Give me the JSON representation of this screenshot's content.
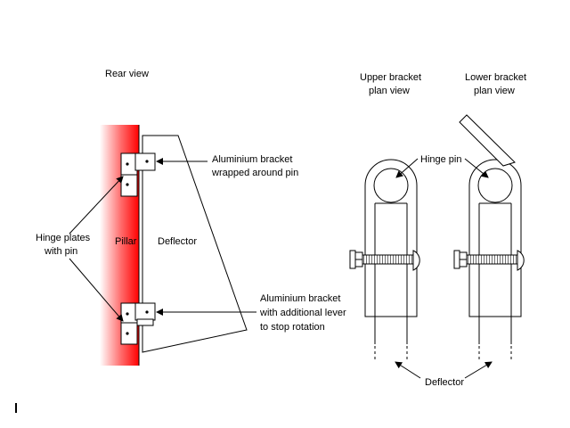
{
  "labels": {
    "rear_view": "Rear view",
    "upper_bracket_1": "Upper bracket",
    "upper_bracket_2": "plan view",
    "lower_bracket_1": "Lower bracket",
    "lower_bracket_2": "plan view",
    "aluminium_bracket_top_1": "Aluminium bracket",
    "aluminium_bracket_top_2": "wrapped around pin",
    "hinge_plates_1": "Hinge plates",
    "hinge_plates_2": "with pin",
    "pillar": "Pillar",
    "deflector": "Deflector",
    "aluminium_bracket_bottom_1": "Aluminium bracket",
    "aluminium_bracket_bottom_2": "with additional lever",
    "aluminium_bracket_bottom_3": "to stop rotation",
    "hinge_pin": "Hinge pin",
    "deflector_bottom": "Deflector"
  },
  "colors": {
    "pillar_red": "#ff0000",
    "pillar_fade": "#ffffff",
    "line": "#000000",
    "thread": "#555555"
  }
}
